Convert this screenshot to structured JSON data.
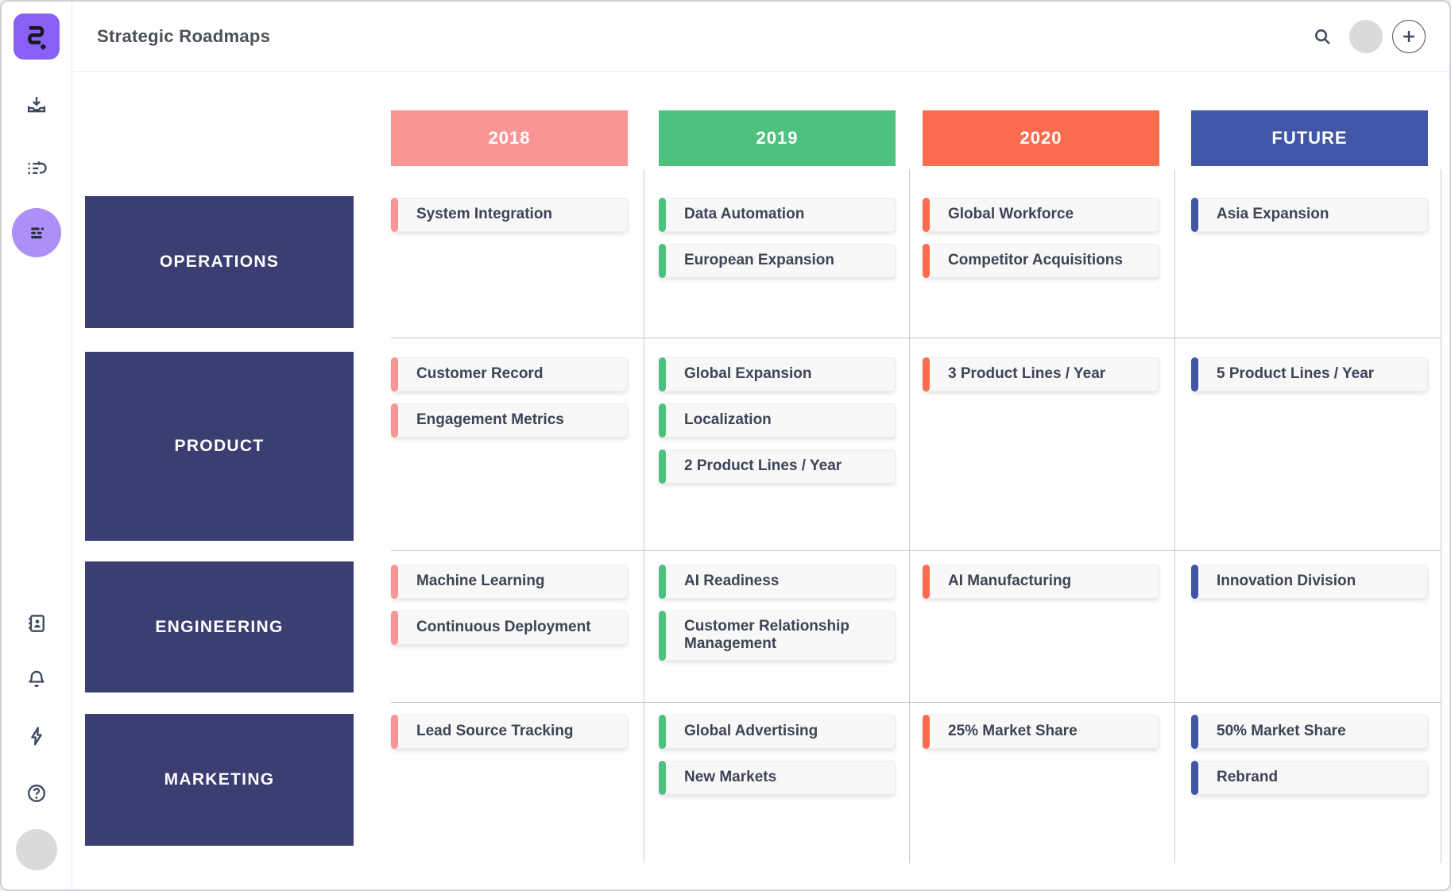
{
  "theme": {
    "accent_purple": "#8a5ff5",
    "active_icon_bg": "#ac90f8",
    "row_header_bg": "#3a3e70",
    "grid_line": "#c7c9cd",
    "card_bg": "#f8f8f8",
    "card_text": "#3e4355",
    "icon_color": "#3e4a5e"
  },
  "sidebar": {
    "logo": "roadmunk-logo",
    "top_icons": [
      {
        "name": "export-icon",
        "active": false
      },
      {
        "name": "backlog-list-icon",
        "active": false
      },
      {
        "name": "roadmap-view-icon",
        "active": true
      }
    ],
    "bottom_icons": [
      {
        "name": "contacts-icon"
      },
      {
        "name": "notifications-icon"
      },
      {
        "name": "activity-icon"
      },
      {
        "name": "help-icon"
      },
      {
        "name": "user-avatar"
      }
    ]
  },
  "header": {
    "title": "Strategic Roadmaps",
    "actions": [
      {
        "name": "search-icon"
      },
      {
        "name": "account-avatar"
      },
      {
        "name": "add-button"
      }
    ]
  },
  "grid": {
    "columns": [
      {
        "label": "2018",
        "color": "#f99595"
      },
      {
        "label": "2019",
        "color": "#4fc17e"
      },
      {
        "label": "2020",
        "color": "#fa6c4f"
      },
      {
        "label": "FUTURE",
        "color": "#4156a6"
      }
    ],
    "rows": [
      {
        "label": "OPERATIONS",
        "cells": [
          [
            "System Integration"
          ],
          [
            "Data Automation",
            "European Expansion"
          ],
          [
            "Global Workforce",
            "Competitor Acquisitions"
          ],
          [
            "Asia Expansion"
          ]
        ]
      },
      {
        "label": "PRODUCT",
        "cells": [
          [
            "Customer Record",
            "Engagement Metrics"
          ],
          [
            "Global Expansion",
            "Localization",
            "2 Product Lines / Year"
          ],
          [
            "3 Product Lines / Year"
          ],
          [
            "5 Product Lines / Year"
          ]
        ]
      },
      {
        "label": "ENGINEERING",
        "cells": [
          [
            "Machine Learning",
            "Continuous Deployment"
          ],
          [
            "AI Readiness",
            "Customer Relationship Management"
          ],
          [
            "AI Manufacturing"
          ],
          [
            "Innovation Division"
          ]
        ]
      },
      {
        "label": "MARKETING",
        "cells": [
          [
            "Lead Source Tracking"
          ],
          [
            "Global Advertising",
            "New Markets"
          ],
          [
            "25% Market Share"
          ],
          [
            "50% Market Share",
            "Rebrand"
          ]
        ]
      }
    ]
  }
}
